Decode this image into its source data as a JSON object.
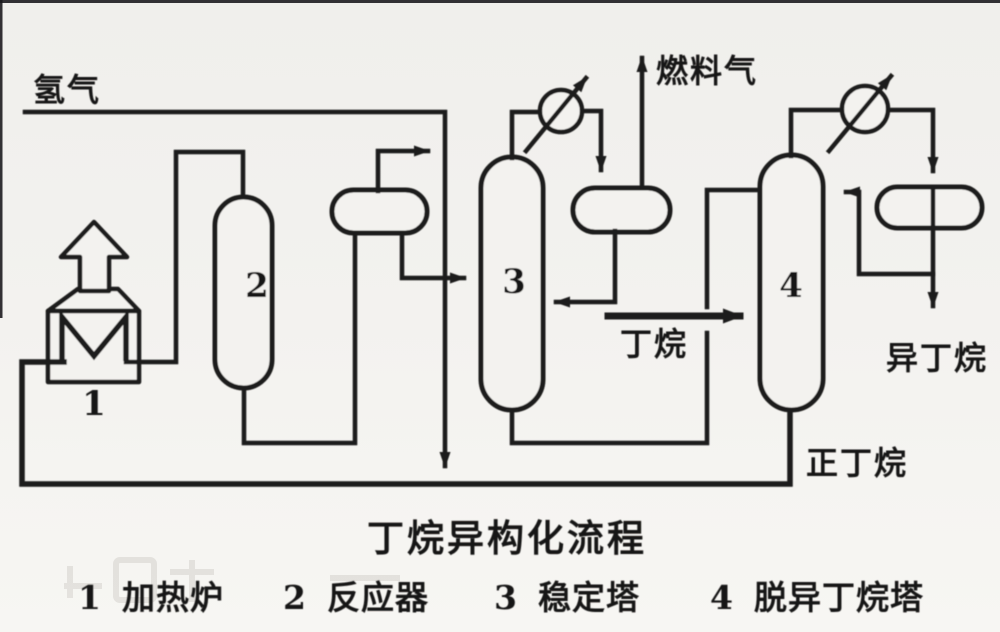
{
  "page": {
    "background": "#f3f2ef",
    "ink": "#1d1c1a"
  },
  "diagram": {
    "title": "丁烷异构化流程",
    "stream_labels": {
      "hydrogen": "氢气",
      "fuel_gas": "燃料气",
      "butane": "丁烷",
      "isobutane": "异丁烷",
      "n_butane": "正丁烷"
    },
    "equipment": {
      "furnace_num": "1",
      "reactor_num": "2",
      "stabilizer_num": "3",
      "deisobutanizer_num": "4"
    },
    "legend": [
      {
        "num": "1",
        "label": "加热炉"
      },
      {
        "num": "2",
        "label": "反应器"
      },
      {
        "num": "3",
        "label": "稳定塔"
      },
      {
        "num": "4",
        "label": "脱异丁烷塔"
      }
    ]
  }
}
